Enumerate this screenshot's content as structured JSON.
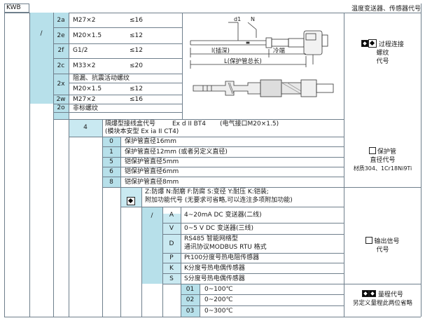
{
  "header": {
    "model": "KWB",
    "title": "温度变送器、传感器代号"
  },
  "thread": {
    "slash": "/",
    "rows": [
      {
        "code": "2a",
        "spec": "M27×2",
        "dia": "≤16"
      },
      {
        "code": "2e",
        "spec": "M20×1.5",
        "dia": "≤12"
      },
      {
        "code": "2f",
        "spec": "G1/2",
        "dia": "≤12"
      },
      {
        "code": "2c",
        "spec": "M33×2",
        "dia": "≤20"
      },
      {
        "code": "2x",
        "spec": "阻漏、抗震活动螺纹",
        "spec2": "M20×1.5",
        "dia2": "≤12"
      },
      {
        "code": "2w",
        "spec": "M27×2",
        "dia": "≤16"
      },
      {
        "code": "2o",
        "spec": "非标螺纹"
      }
    ],
    "right_label": [
      "过程连接",
      "螺纹",
      "代号"
    ]
  },
  "diagram": {
    "d1": "d1",
    "n": "N",
    "l_depth": "l(插深)",
    "cold_end": "冷端",
    "l_total": "L(保护管总长)"
  },
  "junction": {
    "code": "4",
    "line1_a": "隔爆型接线盒代号",
    "line1_b": "Ex d II BT4",
    "line1_c": "(电气接口M20×1.5)",
    "line2": "(模块本安型 Ex ia II CT4)"
  },
  "tube": {
    "rows": [
      {
        "code": "0",
        "text": "保护管直径16mm"
      },
      {
        "code": "1",
        "text": "保护管直径12mm (或者另定义直径)"
      },
      {
        "code": "5",
        "text": "铠保护管直径5mm"
      },
      {
        "code": "6",
        "text": "铠保护管直径6mm"
      },
      {
        "code": "8",
        "text": "铠保护管直径8mm"
      }
    ],
    "right_label": [
      "保护管",
      "直径代号",
      "材质304、1Cr18Ni9Ti"
    ]
  },
  "function": {
    "line1": "Z:防爆 N:耐磨 F:防腐 S:变径 Y:耐压 K:铠装;",
    "line2": "附加功能代号 (无要求可省略,可以连注多项附加功能)"
  },
  "output": {
    "slash": "/",
    "rows": [
      {
        "code": "A",
        "text": "4~20mA DC   变送器(二线)"
      },
      {
        "code": "V",
        "text": "0~5 V DC   变送器(三线)"
      },
      {
        "code": "D",
        "text": "RS485        智能网络型",
        "text2": "通讯协议MODBUS RTU 格式"
      },
      {
        "code": "P",
        "text": "Pt100分度号热电阻传感器"
      },
      {
        "code": "K",
        "text": "K分度号热电偶传感器"
      },
      {
        "code": "S",
        "text": "S分度号热电偶传感器"
      }
    ],
    "right_label": [
      "输出信号",
      "代号"
    ]
  },
  "range": {
    "rows": [
      {
        "code": "01",
        "text": "0~100℃"
      },
      {
        "code": "02",
        "text": "0~200℃"
      },
      {
        "code": "03",
        "text": "0~300℃"
      }
    ],
    "right_label": [
      "量程代号",
      "另定义量程此两位省略"
    ]
  }
}
